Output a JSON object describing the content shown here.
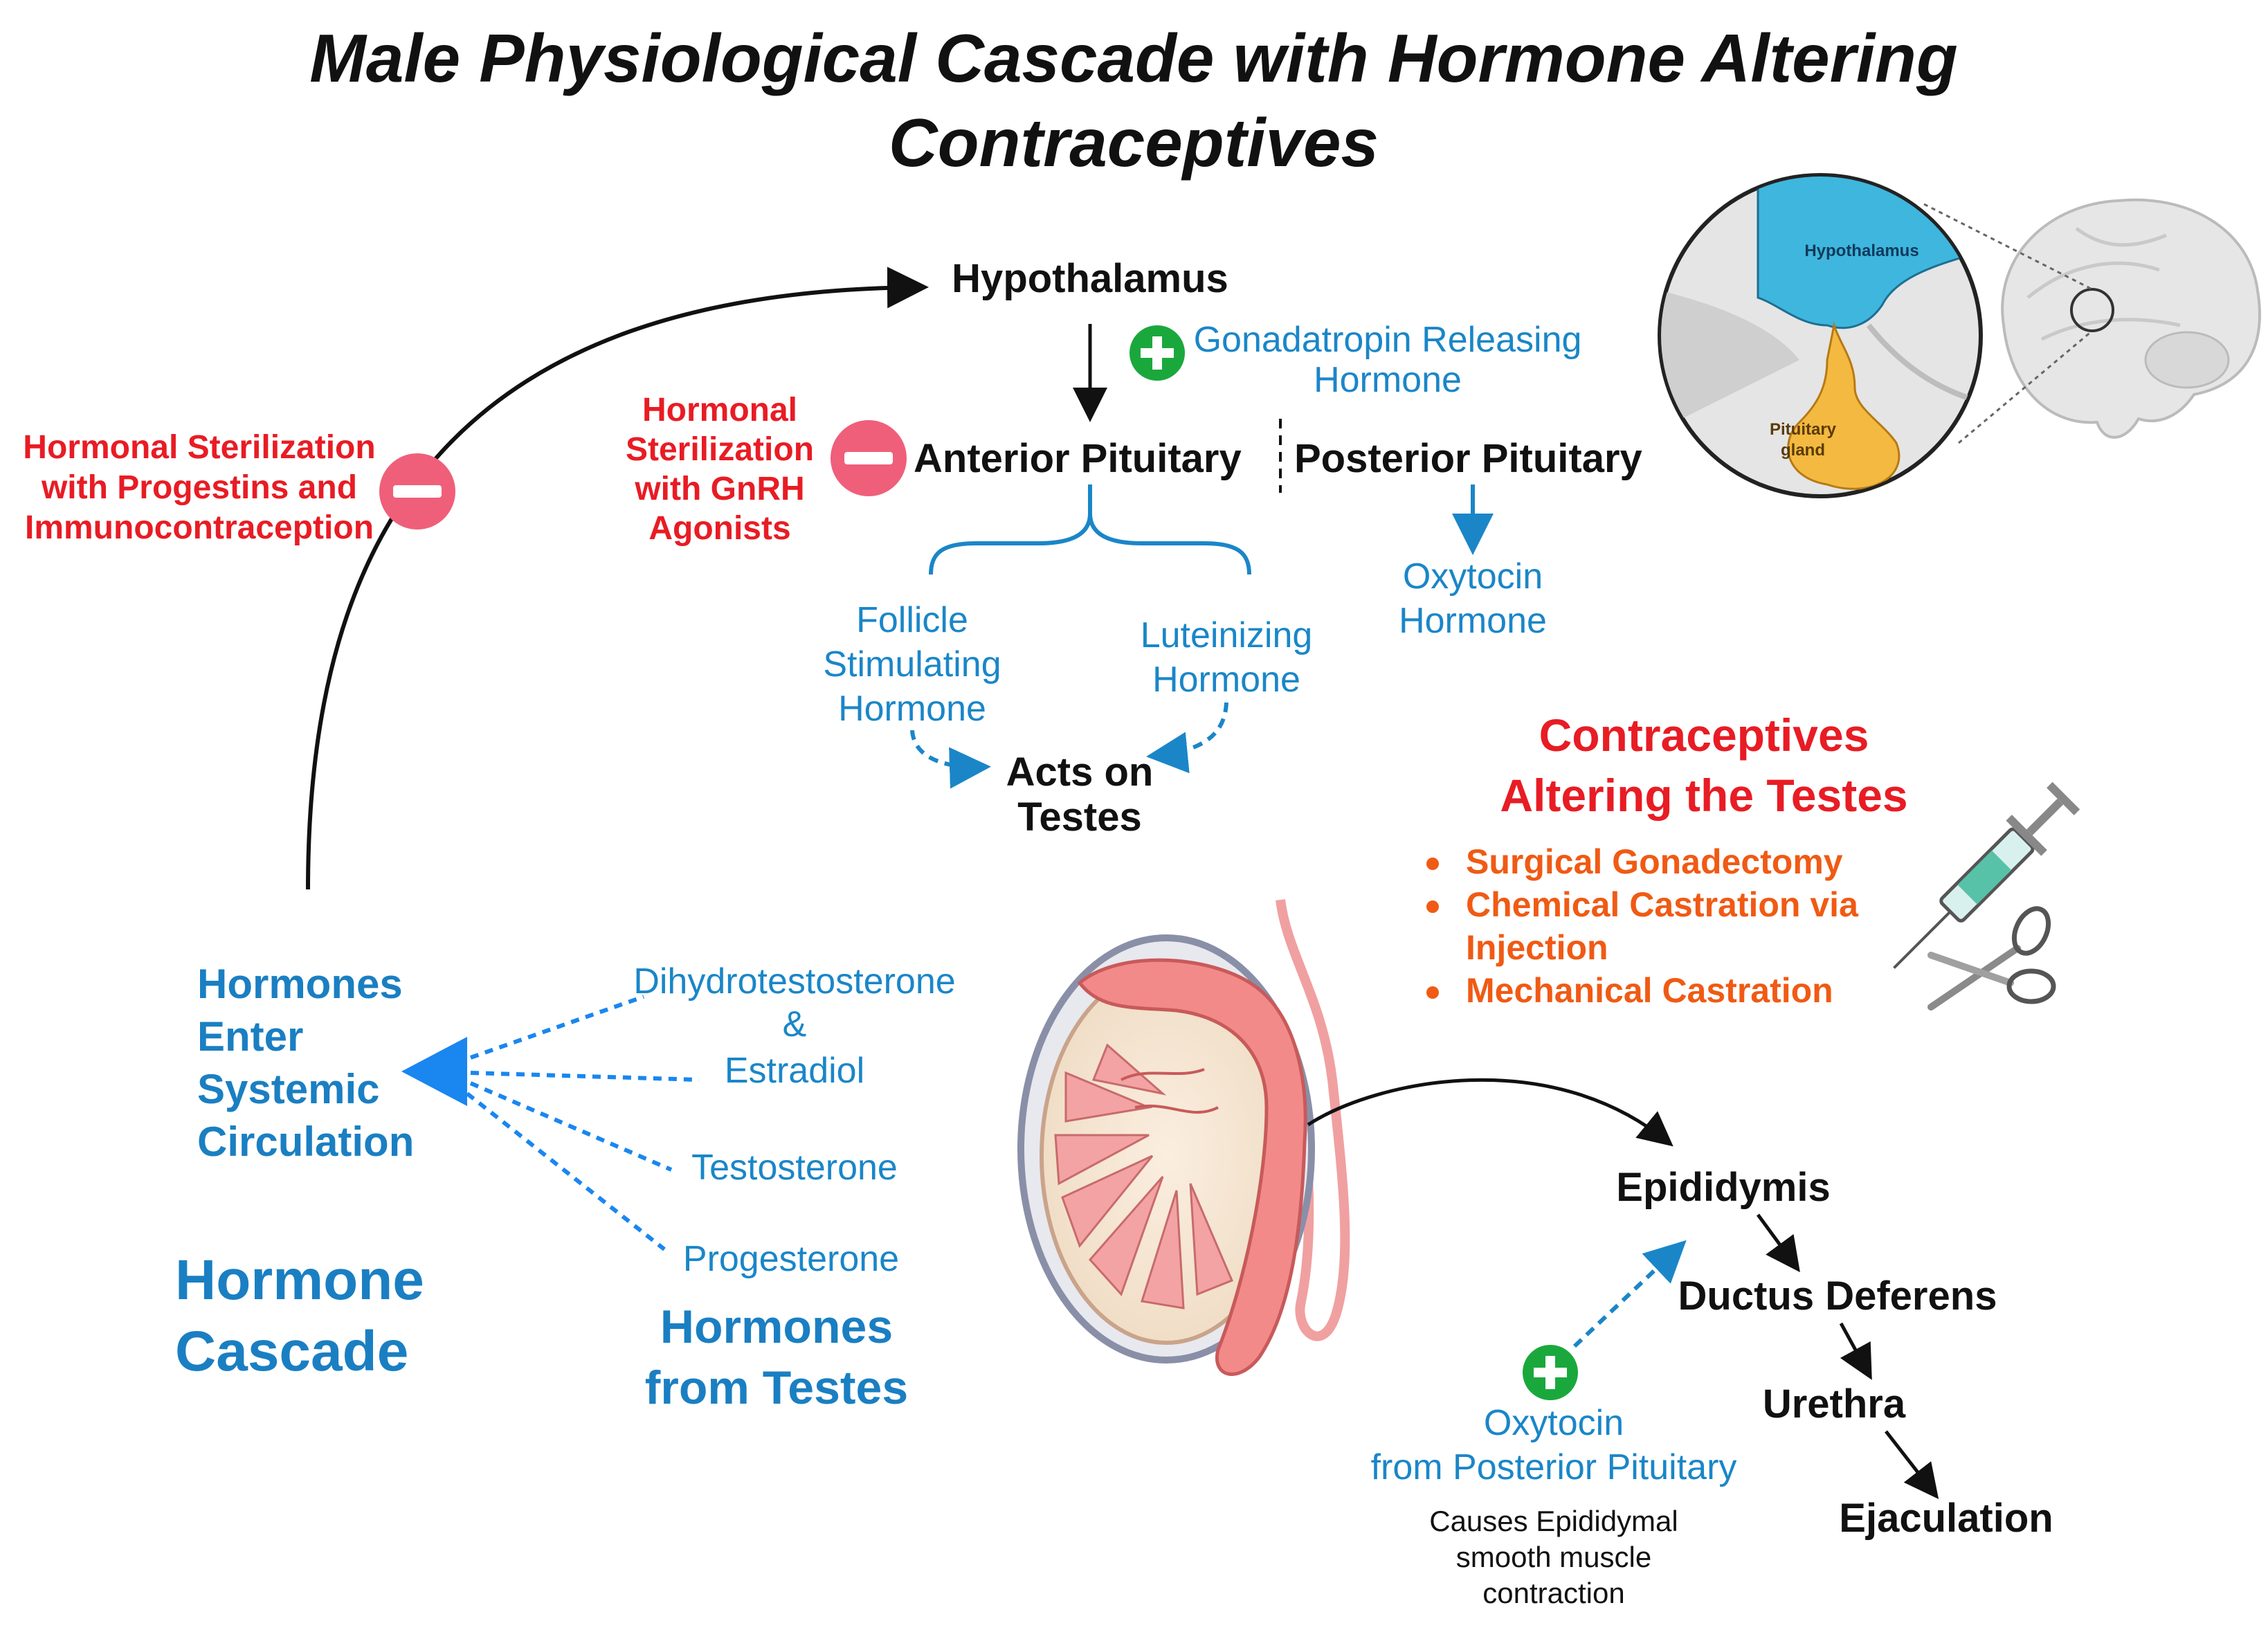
{
  "title": {
    "line1": "Male Physiological Cascade with Hormone Altering",
    "line2": "Contraceptives"
  },
  "hypothalamus": "Hypothalamus",
  "gnrh": {
    "line1": "Gonadatropin Releasing",
    "line2": "Hormone"
  },
  "anterior_pituitary": "Anterior Pituitary",
  "posterior_pituitary": "Posterior Pituitary",
  "oxytocin_hormone": {
    "line1": "Oxytocin",
    "line2": "Hormone"
  },
  "fsh": {
    "line1": "Follicle",
    "line2": "Stimulating",
    "line3": "Hormone"
  },
  "lh": {
    "line1": "Luteinizing",
    "line2": "Hormone"
  },
  "acts_on_testes": {
    "line1": "Acts on",
    "line2": "Testes"
  },
  "sterilization_progestins": {
    "line1": "Hormonal Sterilization",
    "line2": "with Progestins and",
    "line3": "Immunocontraception"
  },
  "sterilization_gnrh": {
    "line1": "Hormonal",
    "line2": "Sterilization",
    "line3": "with GnRH",
    "line4": "Agonists"
  },
  "brain_inset": {
    "hypothalamus": "Hypothalamus",
    "pituitary_line1": "Pituitary",
    "pituitary_line2": "gland"
  },
  "contraceptives": {
    "title_line1": "Contraceptives",
    "title_line2": "Altering the Testes",
    "items": [
      "Surgical Gonadectomy",
      "Chemical Castration via",
      "Injection",
      "Mechanical Castration"
    ]
  },
  "systemic": {
    "line1": "Hormones",
    "line2": "Enter",
    "line3": "Systemic",
    "line4": "Circulation"
  },
  "testes_hormones": {
    "dht": "Dihydrotestosterone",
    "amp": "&",
    "estradiol": "Estradiol",
    "testosterone": "Testosterone",
    "progesterone": "Progesterone"
  },
  "hormone_cascade": {
    "line1": "Hormone",
    "line2": "Cascade"
  },
  "hormones_from_testes": {
    "line1": "Hormones",
    "line2": "from Testes"
  },
  "pathway": {
    "epididymis": "Epididymis",
    "ductus": "Ductus Deferens",
    "urethra": "Urethra",
    "ejaculation": "Ejaculation"
  },
  "oxytocin_pp": {
    "line1": "Oxytocin",
    "line2": "from Posterior Pituitary"
  },
  "causes": {
    "line1": "Causes Epididymal",
    "line2": "smooth muscle",
    "line3": "contraction"
  },
  "colors": {
    "blue": "#1a86c8",
    "red": "#e81c24",
    "orange": "#f05a14",
    "green": "#1aa83c",
    "pink": "#ef5f7a"
  }
}
